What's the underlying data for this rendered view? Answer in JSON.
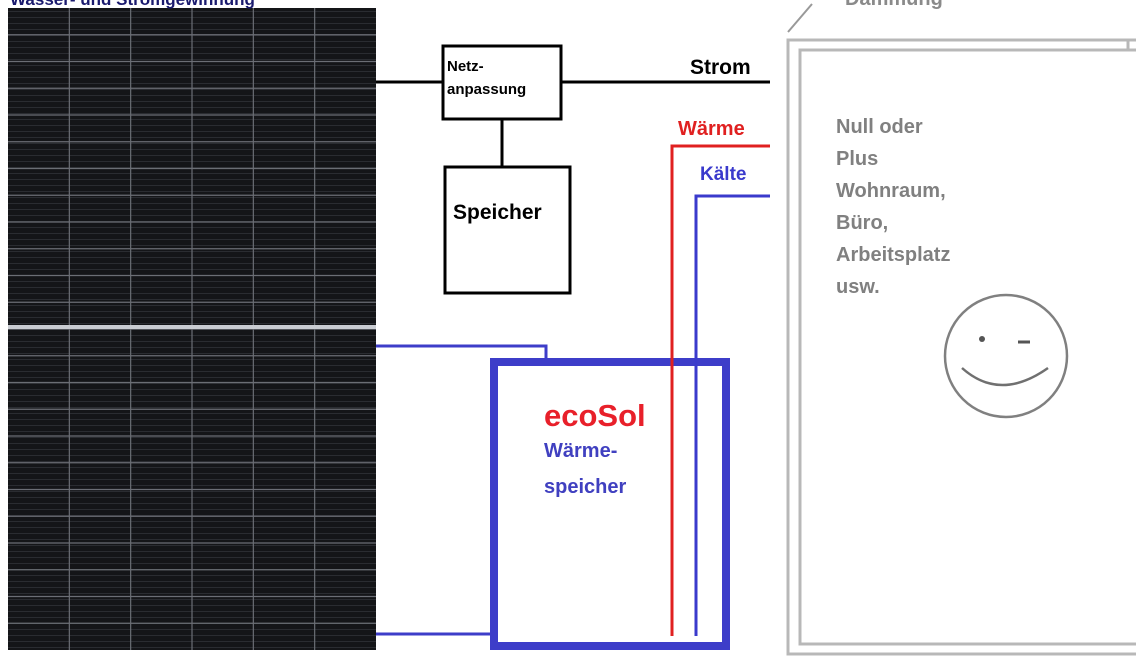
{
  "caption": "Wasser- und Stromgewinnung",
  "insulation_label": "Dämmung",
  "grid_box": {
    "line1": "Netz-",
    "line2": "anpassung"
  },
  "storage_box": {
    "label": "Speicher"
  },
  "outputs": {
    "power": "Strom",
    "heat": "Wärme",
    "cold": "Kälte"
  },
  "thermal_storage": {
    "brand": "ecoSol",
    "line1": "Wärme-",
    "line2": "speicher"
  },
  "room_lines": [
    "Null oder",
    "Plus",
    "Wohnraum,",
    "Büro,",
    "Arbeitsplatz",
    "usw."
  ],
  "colors": {
    "heat": "#e02020",
    "cold": "#3a3acc",
    "storage_border": "#3d3dc9",
    "room": "#808080"
  }
}
